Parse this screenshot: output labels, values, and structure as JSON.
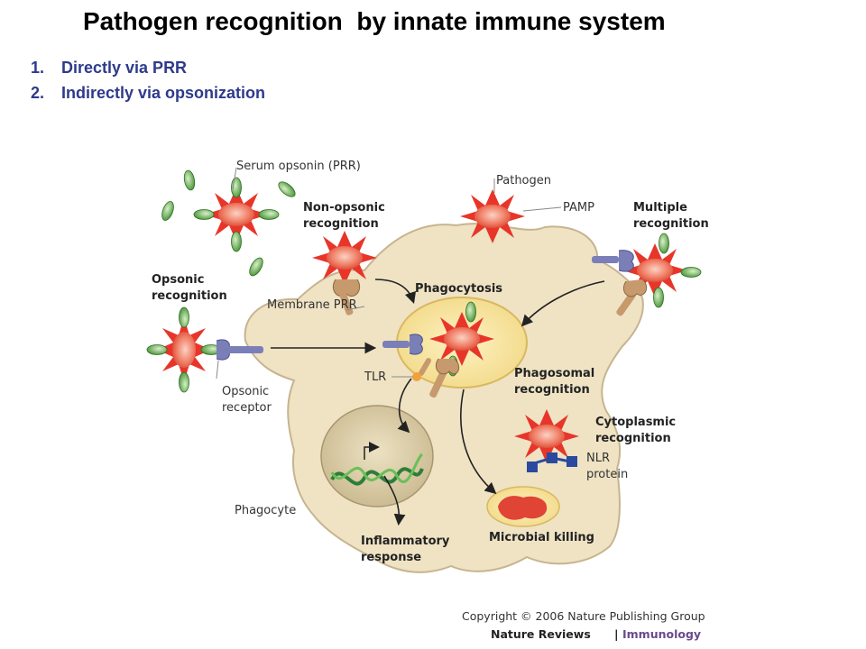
{
  "slide": {
    "title": "Pathogen recognition  by innate immune system",
    "items": [
      {
        "num": "1.",
        "text": "Directly via PRR"
      },
      {
        "num": "2.",
        "text": "Indirectly via opsonization"
      }
    ]
  },
  "figure": {
    "labels": {
      "serum_opsonin": "Serum opsonin (PRR)",
      "pathogen": "Pathogen",
      "pamp": "PAMP",
      "non_opsonic_1": "Non-opsonic",
      "non_opsonic_2": "recognition",
      "multiple_1": "Multiple",
      "multiple_2": "recognition",
      "opsonic_1": "Opsonic",
      "opsonic_2": "recognition",
      "membrane_prr": "Membrane PRR",
      "phagocytosis": "Phagocytosis",
      "tlr": "TLR",
      "opsonic_receptor_1": "Opsonic",
      "opsonic_receptor_2": "receptor",
      "phagosomal_1": "Phagosomal",
      "phagosomal_2": "recognition",
      "cytoplasmic_1": "Cytoplasmic",
      "cytoplasmic_2": "recognition",
      "nlr_1": "NLR",
      "nlr_2": "protein",
      "phagocyte": "Phagocyte",
      "inflammatory_1": "Inflammatory",
      "inflammatory_2": "response",
      "microbial_killing": "Microbial killing"
    },
    "copyright": "Copyright © 2006 Nature Publishing Group",
    "journal": "Nature Reviews",
    "separator": "|",
    "subject": "Immunology"
  },
  "colors": {
    "title": "#000000",
    "list": "#2e3a8c",
    "cell": "#efe3c4",
    "cell_stroke": "#c7b48f",
    "pathogen_spikes": "#e8352a",
    "pathogen_core": "#f07e66",
    "opsonin": "#4c9e3a",
    "receptor_purple": "#7a7fb8",
    "receptor_tan": "#c69a6c",
    "phagosome": "#f7e39a",
    "nucleus": "#ddd0ab",
    "dna": "#2e7d3a",
    "nlr": "#2a4aa0"
  }
}
